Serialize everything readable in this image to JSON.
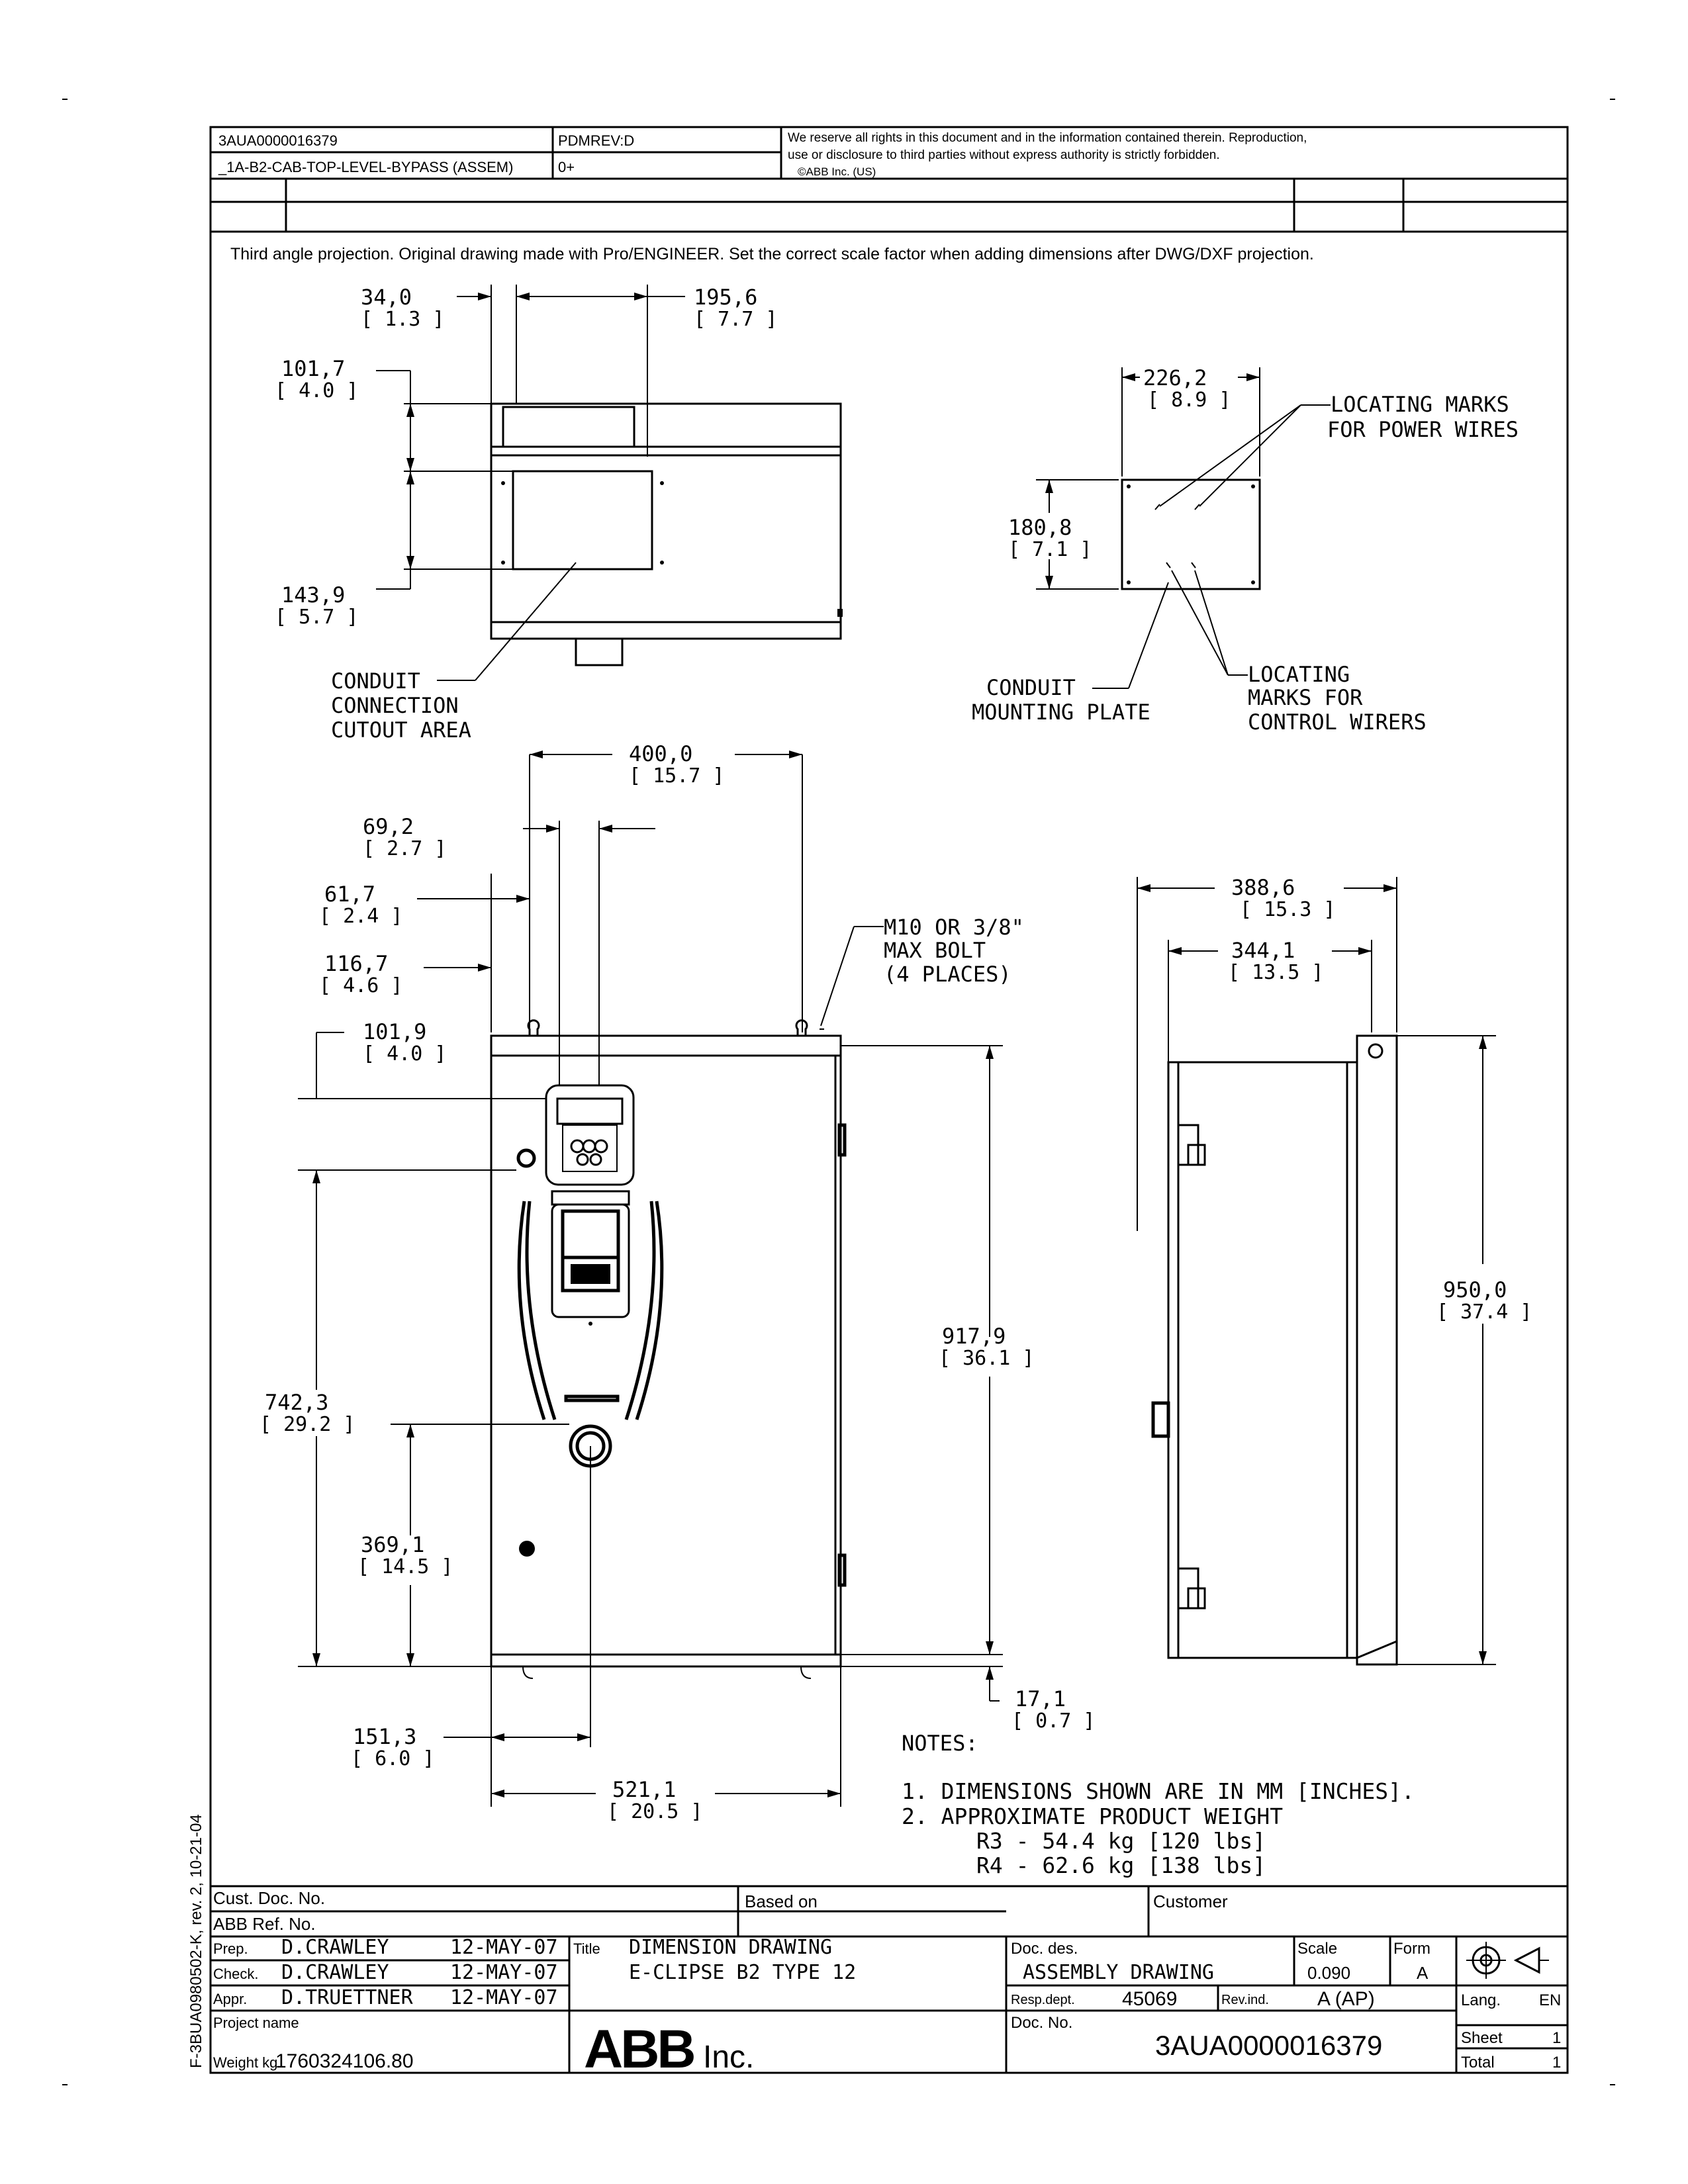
{
  "header": {
    "doc_number": "3AUA0000016379",
    "file_name": "_1A-B2-CAB-TOP-LEVEL-BYPASS (ASSEM)",
    "pdm_rev_label": "PDMREV:D",
    "pdm_rev_value": "0+",
    "rights_line1": "We reserve all rights in this document and in the information contained therein. Reproduction,",
    "rights_line2": "use or disclosure to third parties without express authority is strictly forbidden.",
    "rights_line3": "©ABB Inc. (US)"
  },
  "projection_note": "Third angle projection. Original drawing made with Pro/ENGINEER. Set the correct scale factor when adding dimensions after DWG/DXF projection.",
  "dims": {
    "d34_mm": "34,0",
    "d34_in": "[ 1.3 ]",
    "d195_mm": "195,6",
    "d195_in": "[ 7.7 ]",
    "d101a_mm": "101,7",
    "d101a_in": "[ 4.0 ]",
    "d143_mm": "143,9",
    "d143_in": "[ 5.7 ]",
    "d226_mm": "226,2",
    "d226_in": "[ 8.9 ]",
    "d180_mm": "180,8",
    "d180_in": "[ 7.1 ]",
    "d400_mm": "400,0",
    "d400_in": "[ 15.7 ]",
    "d69_mm": "69,2",
    "d69_in": "[ 2.7 ]",
    "d61_mm": "61,7",
    "d61_in": "[ 2.4 ]",
    "d116_mm": "116,7",
    "d116_in": "[ 4.6 ]",
    "d101b_mm": "101,9",
    "d101b_in": "[ 4.0 ]",
    "d917_mm": "917,9",
    "d917_in": "[ 36.1 ]",
    "d742_mm": "742,3",
    "d742_in": "[ 29.2 ]",
    "d369_mm": "369,1",
    "d369_in": "[ 14.5 ]",
    "d17_mm": "17,1",
    "d17_in": "[ 0.7 ]",
    "d151_mm": "151,3",
    "d151_in": "[ 6.0 ]",
    "d521_mm": "521,1",
    "d521_in": "[ 20.5 ]",
    "d388_mm": "388,6",
    "d388_in": "[ 15.3 ]",
    "d344_mm": "344,1",
    "d344_in": "[ 13.5 ]",
    "d950_mm": "950,0",
    "d950_in": "[ 37.4 ]"
  },
  "callouts": {
    "conduit_cutout_1": "CONDUIT",
    "conduit_cutout_2": "CONNECTION",
    "conduit_cutout_3": "CUTOUT AREA",
    "locating_power_1": "LOCATING MARKS",
    "locating_power_2": "FOR POWER WIRES",
    "conduit_plate_1": "CONDUIT",
    "conduit_plate_2": "MOUNTING PLATE",
    "locating_control_1": "LOCATING",
    "locating_control_2": "MARKS FOR",
    "locating_control_3": "CONTROL WIRERS",
    "bolt_1": "M10 OR 3/8\"",
    "bolt_2": "MAX BOLT",
    "bolt_3": "(4 PLACES)"
  },
  "notes": {
    "title": "NOTES:",
    "line1": "1. DIMENSIONS SHOWN ARE IN MM [INCHES].",
    "line2": "2. APPROXIMATE PRODUCT WEIGHT",
    "line3": "R3 - 54.4 kg [120 lbs]",
    "line4": "R4 - 62.6 kg [138 lbs]"
  },
  "side_text": "F-3BUA0980502-K, rev. 2, 10-21-04",
  "title_block": {
    "cust_doc_no": "Cust. Doc. No.",
    "abb_ref_no": "ABB Ref. No.",
    "based_on": "Based on",
    "customer": "Customer",
    "prep_label": "Prep.",
    "prep_name": "D.CRAWLEY",
    "prep_date": "12-MAY-07",
    "check_label": "Check.",
    "check_name": "D.CRAWLEY",
    "check_date": "12-MAY-07",
    "appr_label": "Appr.",
    "appr_name": "D.TRUETTNER",
    "appr_date": "12-MAY-07",
    "project_name": "Project name",
    "weight_label": "Weight kg",
    "weight_value": "1760324106.80",
    "title_label": "Title",
    "title_line1": "DIMENSION DRAWING",
    "title_line2": "E-CLIPSE B2 TYPE 12",
    "logo": "ABB",
    "logo_suffix": "Inc.",
    "doc_des_label": "Doc. des.",
    "doc_des_value": "ASSEMBLY DRAWING",
    "scale_label": "Scale",
    "scale_value": "0.090",
    "form_label": "Form",
    "form_value": "A",
    "resp_label": "Resp.dept.",
    "resp_value": "45069",
    "revind_label": "Rev.ind.",
    "revind_value": "A (AP)",
    "lang_label": "Lang.",
    "lang_value": "EN",
    "docno_label": "Doc. No.",
    "docno_value": "3AUA0000016379",
    "sheet_label": "Sheet",
    "sheet_value": "1",
    "total_label": "Total",
    "total_value": "1"
  }
}
